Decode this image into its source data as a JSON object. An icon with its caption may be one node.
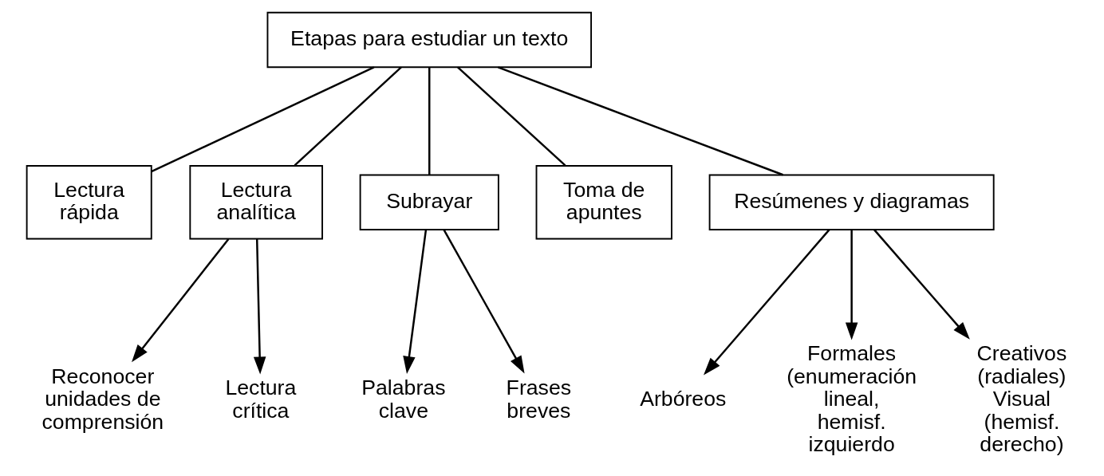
{
  "diagram": {
    "nodes": [
      {
        "text": [
          "Etapas para estudiar un texto"
        ]
      },
      {
        "text": [
          "Lectura rápida"
        ]
      },
      {
        "text": [
          "Lectura analítica"
        ]
      },
      {
        "text": [
          "Subrayar"
        ]
      },
      {
        "text": [
          "Toma de apuntes"
        ]
      },
      {
        "text": [
          "Resúmenes y diagramas"
        ]
      },
      {
        "text": [
          "Reconocer unidades de comprensión"
        ]
      },
      {
        "text": [
          "Lectura crítica"
        ]
      },
      {
        "text": [
          "Palabras clave"
        ]
      },
      {
        "text": [
          "Frases breves"
        ]
      },
      {
        "text": [
          "Arbóreos"
        ]
      },
      {
        "text": [
          "Formales (enumeración lineal, hemisf. izquierdo"
        ]
      },
      {
        "text": [
          "Creativos (radiales) Visual (hemisf. derecho)"
        ]
      }
    ],
    "edges": [
      {
        "from": 0,
        "to": 1,
        "arrow": "none"
      },
      {
        "from": 0,
        "to": 2,
        "arrow": "none"
      },
      {
        "from": 0,
        "to": 3,
        "arrow": "none"
      },
      {
        "from": 0,
        "to": 4,
        "arrow": "none"
      },
      {
        "from": 0,
        "to": 5,
        "arrow": "none"
      },
      {
        "from": 2,
        "to": 6,
        "arrow": "to"
      },
      {
        "from": 2,
        "to": 7,
        "arrow": "to"
      },
      {
        "from": 3,
        "to": 8,
        "arrow": "to"
      },
      {
        "from": 3,
        "to": 9,
        "arrow": "to"
      },
      {
        "from": 5,
        "to": 10,
        "arrow": "to"
      },
      {
        "from": 5,
        "to": 11,
        "arrow": "to"
      },
      {
        "from": 5,
        "to": 12,
        "arrow": "to"
      }
    ]
  }
}
